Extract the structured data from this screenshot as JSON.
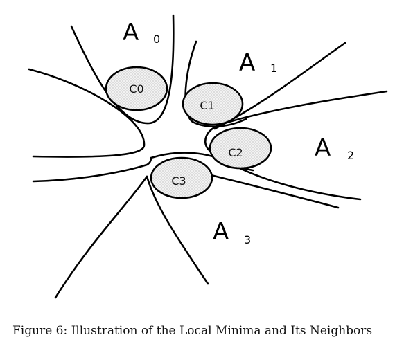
{
  "regions": [
    {
      "name": "A",
      "index": "0"
    },
    {
      "name": "A",
      "index": "1"
    },
    {
      "name": "A",
      "index": "2"
    },
    {
      "name": "A",
      "index": "3"
    }
  ],
  "clusters": [
    "C0",
    "C1",
    "C2",
    "C3"
  ],
  "caption": "Figure 6:  Illustration of the Local Minima and Its Neighbors",
  "colors": {
    "line": "#000000",
    "cluster_fill": "#f2f2f2",
    "stipple": "#8a8a8a"
  }
}
